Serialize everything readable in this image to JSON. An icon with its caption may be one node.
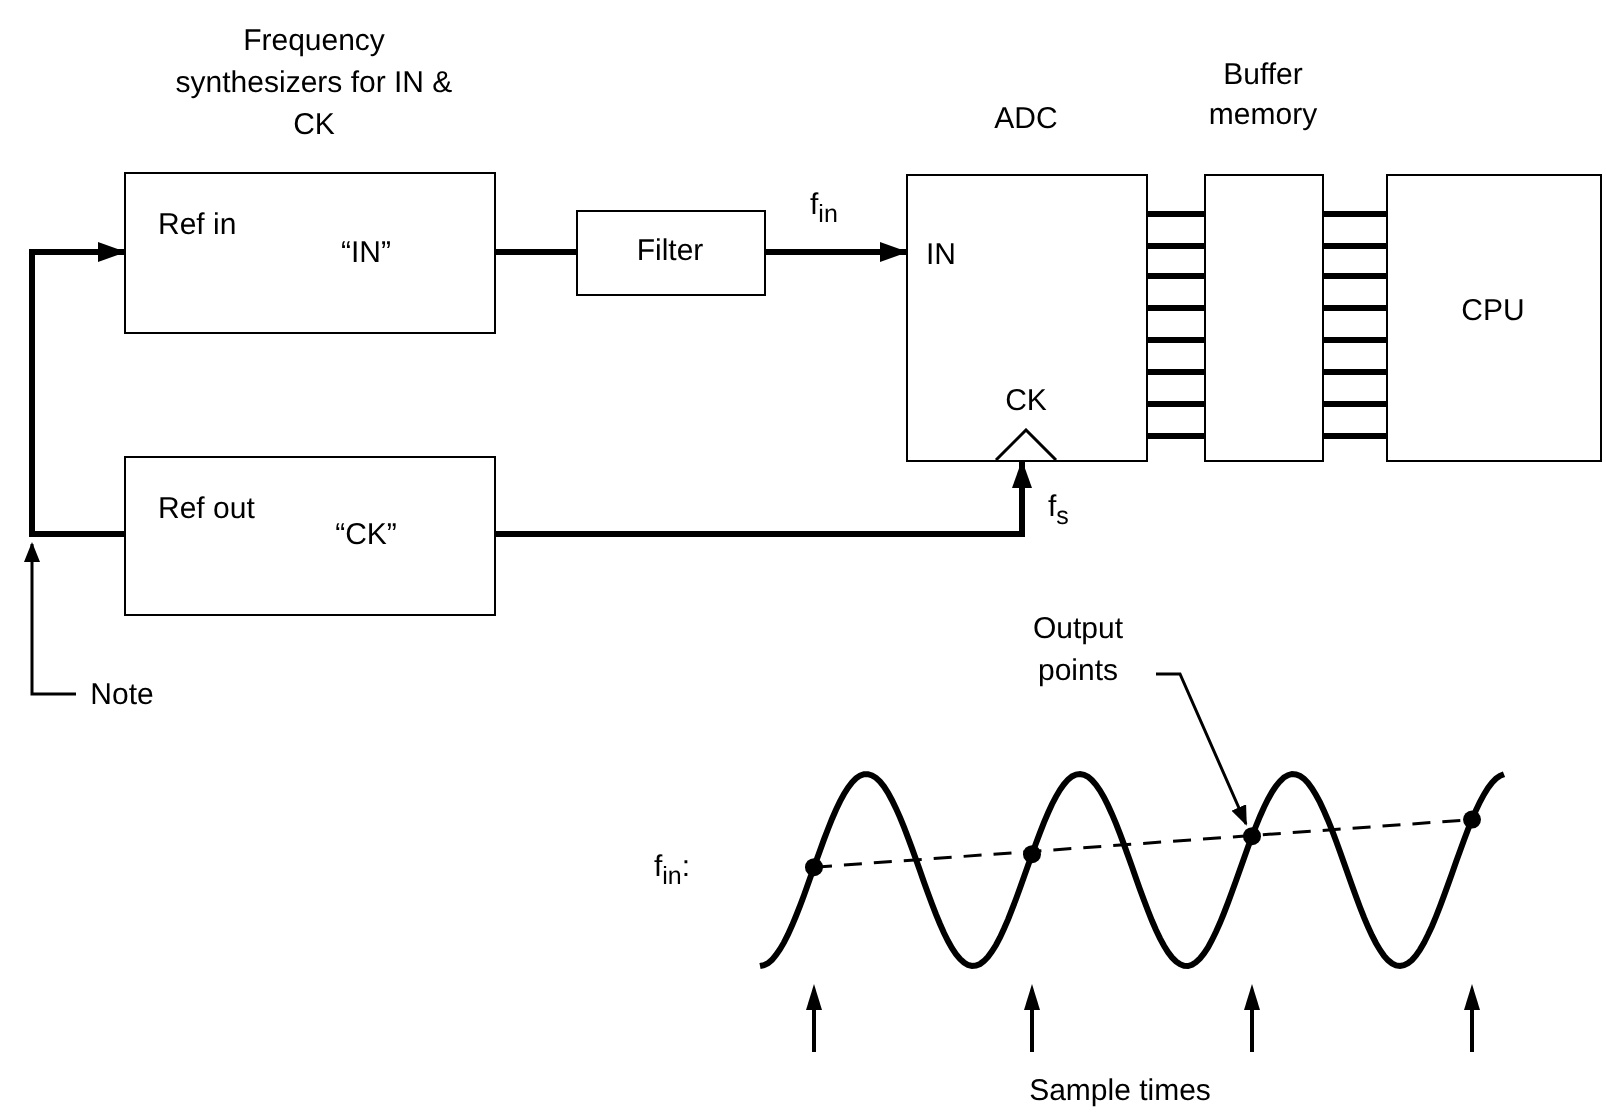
{
  "diagram": {
    "nodes": [
      {
        "text": [
          "Ref in",
          "“IN”"
        ]
      },
      {
        "text": [
          "Ref out",
          "“CK”"
        ]
      },
      {
        "text": [
          "Filter"
        ]
      },
      {
        "text": [
          "ADC",
          "IN",
          "CK"
        ]
      },
      {
        "text": [
          "Buffer memory"
        ]
      },
      {
        "text": [
          "CPU"
        ]
      },
      {
        "text": [
          "Note"
        ]
      },
      {
        "text": [
          "Output points"
        ]
      }
    ],
    "edges": [
      {
        "from": 1,
        "to": 0,
        "arrow": "to"
      },
      {
        "from": 0,
        "to": 2,
        "arrow": "none"
      },
      {
        "from": 2,
        "to": 3,
        "arrow": "to",
        "label": "f$_{in}$"
      },
      {
        "from": 1,
        "to": 3,
        "arrow": "to",
        "label": "f$_{s}$"
      },
      {
        "from": 3,
        "to": 4,
        "arrow": "none"
      },
      {
        "from": 3,
        "to": 4,
        "arrow": "none"
      },
      {
        "from": 3,
        "to": 4,
        "arrow": "none"
      },
      {
        "from": 3,
        "to": 4,
        "arrow": "none"
      },
      {
        "from": 3,
        "to": 4,
        "arrow": "none"
      },
      {
        "from": 3,
        "to": 4,
        "arrow": "none"
      },
      {
        "from": 3,
        "to": 4,
        "arrow": "none"
      },
      {
        "from": 3,
        "to": 4,
        "arrow": "none"
      },
      {
        "from": 4,
        "to": 5,
        "arrow": "none"
      },
      {
        "from": 4,
        "to": 5,
        "arrow": "none"
      },
      {
        "from": 4,
        "to": 5,
        "arrow": "none"
      },
      {
        "from": 4,
        "to": 5,
        "arrow": "none"
      },
      {
        "from": 4,
        "to": 5,
        "arrow": "none"
      },
      {
        "from": 4,
        "to": 5,
        "arrow": "none"
      },
      {
        "from": 4,
        "to": 5,
        "arrow": "none"
      },
      {
        "from": 4,
        "to": 5,
        "arrow": "none"
      },
      {
        "from": 6,
        "to": null,
        "arrow": "to"
      },
      {
        "from": 7,
        "to": null,
        "arrow": "to"
      }
    ],
    "labels": [
      "Frequency synthesizers for IN & CK",
      "f$_{in}$:",
      "Sample times"
    ]
  }
}
